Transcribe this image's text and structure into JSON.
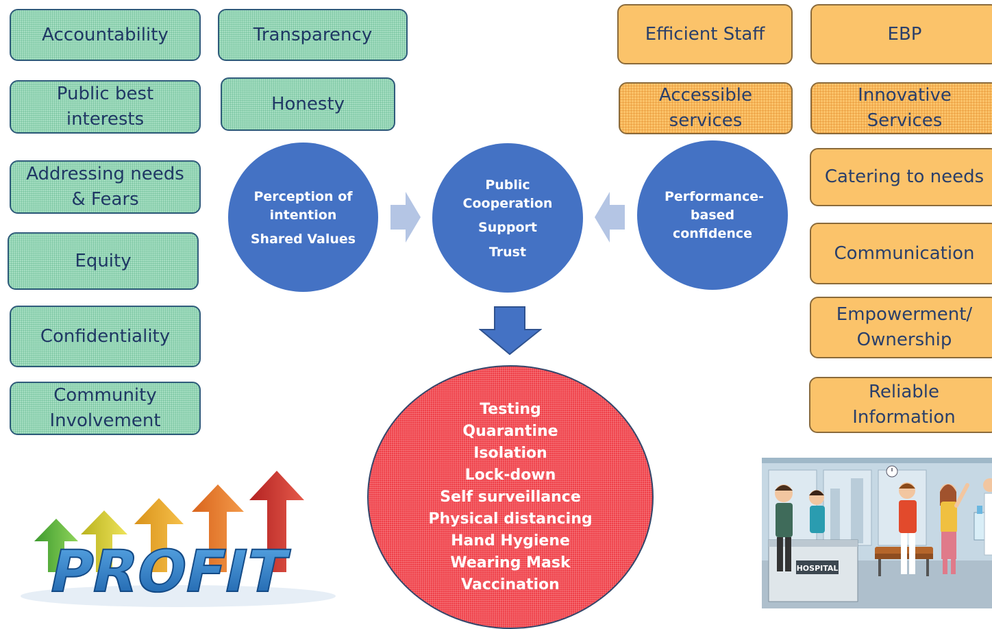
{
  "left_values": [
    "Accountability",
    "Transparency",
    "Public best interests",
    "Honesty",
    "Addressing needs & Fears",
    "Equity",
    "Confidentiality",
    "Community Involvement"
  ],
  "right_values": [
    "Efficient Staff",
    "EBP",
    "Accessible services",
    "Innovative Services",
    "Catering to needs",
    "Communication",
    "Empowerment/ Ownership",
    "Reliable Information"
  ],
  "circles": {
    "left": {
      "line1": "Perception of intention",
      "line2": "Shared Values"
    },
    "center": {
      "line1": "Public Cooperation",
      "line2": "Support",
      "line3": "Trust"
    },
    "right": {
      "line1": "Performance-based confidence"
    }
  },
  "measures": [
    "Testing",
    "Quarantine",
    "Isolation",
    "Lock-down",
    "Self surveillance",
    "Physical distancing",
    "Hand Hygiene",
    "Wearing Mask",
    "Vaccination"
  ],
  "images": {
    "profit_text": "PROFIT",
    "hospital_sign": "HOSPITAL"
  },
  "colors": {
    "green_box": "#a7dfc3",
    "orange_box": "#fbc36a",
    "blue_circle": "#4472c4",
    "red_circle": "#ef3f48",
    "text_navy": "#1f3864"
  }
}
